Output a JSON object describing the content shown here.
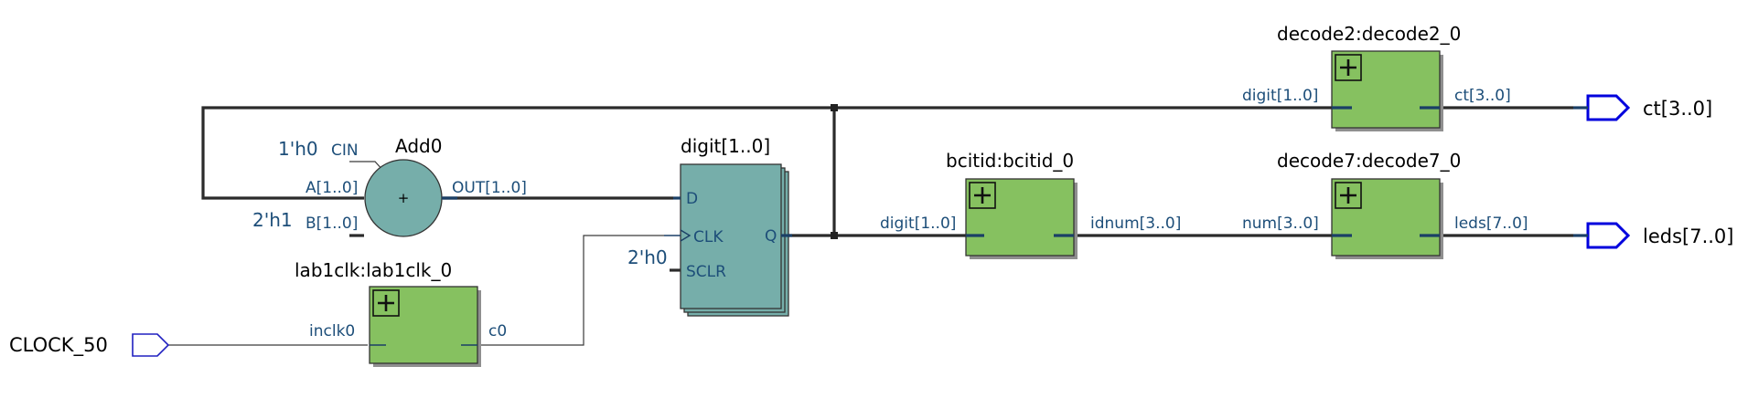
{
  "inputs": {
    "clock": "CLOCK_50"
  },
  "outputs": {
    "ct": "ct[3..0]",
    "leds": "leds[7..0]"
  },
  "adder": {
    "name": "Add0",
    "symbol": "+",
    "port_cin": "CIN",
    "port_a": "A[1..0]",
    "port_b": "B[1..0]",
    "port_out": "OUT[1..0]",
    "const_cin": "1'h0",
    "const_b": "2'h1"
  },
  "register": {
    "name": "digit[1..0]",
    "port_d": "D",
    "port_clk": "CLK",
    "port_sclr": "SCLR",
    "port_q": "Q",
    "const_sclr": "2'h0"
  },
  "lab1clk": {
    "name": "lab1clk:lab1clk_0",
    "port_in": "inclk0",
    "port_out": "c0"
  },
  "bcitid": {
    "name": "bcitid:bcitid_0",
    "port_in": "digit[1..0]",
    "port_out": "idnum[3..0]"
  },
  "decode2": {
    "name": "decode2:decode2_0",
    "port_in": "digit[1..0]",
    "port_out": "ct[3..0]"
  },
  "decode7": {
    "name": "decode7:decode7_0",
    "port_in": "num[3..0]",
    "port_out": "leds[7..0]"
  },
  "colors": {
    "block_fill": "#86c160",
    "register_fill": "#76aeaa",
    "port_label": "#1d4e79",
    "io_port_stroke": "#0000dd"
  }
}
